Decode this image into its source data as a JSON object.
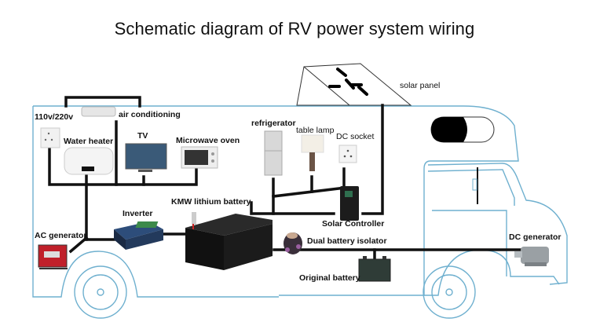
{
  "title": "Schematic diagram of RV power system wiring",
  "colors": {
    "outline": "#6fb0cf",
    "wire": "#111111",
    "background": "#ffffff"
  },
  "components": {
    "solar_panel": "solar panel",
    "outlet_ac": "110v/220v",
    "air_conditioning": "air conditioning",
    "water_heater": "Water heater",
    "tv": "TV",
    "microwave": "Microwave oven",
    "refrigerator": "refrigerator",
    "table_lamp": "table lamp",
    "dc_socket": "DC socket",
    "lithium_battery": "KMW lithium battery",
    "inverter": "Inverter",
    "ac_generator": "AC generator",
    "solar_controller": "Solar Controller",
    "dual_battery_isolator": "Dual battery isolator",
    "original_battery": "Original battery",
    "dc_generator": "DC generator"
  }
}
